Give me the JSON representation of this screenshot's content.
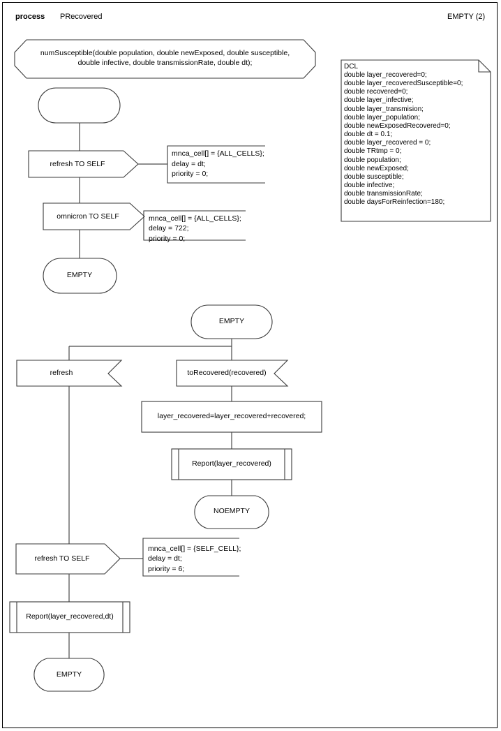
{
  "header": {
    "kind_label": "process",
    "diagram_name": "PRecovered",
    "page_label": "EMPTY (2)"
  },
  "procedure_decl": {
    "line1": "numSusceptible(double population, double newExposed, double susceptible,",
    "line2": "double infective, double transmissionRate, double dt);"
  },
  "dcl": {
    "title": "DCL",
    "lines": [
      "double layer_recovered=0;",
      "double layer_recoveredSusceptible=0;",
      "double recovered=0;",
      "double layer_infective;",
      "double layer_transmision;",
      "double layer_population;",
      "double newExposedRecovered=0;",
      "double dt = 0.1;",
      "double layer_recovered = 0;",
      "double TRtmp = 0;",
      "double population;",
      "double newExposed;",
      "double susceptible;",
      "double infective;",
      "double transmissionRate;",
      "double daysForReinfection=180;"
    ]
  },
  "nodes": {
    "start_state": "",
    "output_refresh_self_1": "refresh TO SELF",
    "comment_1": {
      "l1": "mnca_cell[] = {ALL_CELLS};",
      "l2": "delay = dt;",
      "l3": "priority = 0;"
    },
    "output_omnicron_self": "omnicron TO SELF",
    "comment_2": {
      "l1": "mnca_cell[] = {ALL_CELLS};",
      "l2": "delay = 722;",
      "l3": "priority = 0;"
    },
    "state_empty_1": "EMPTY",
    "state_empty_2": "EMPTY",
    "input_refresh": "refresh",
    "input_torecovered": "toRecovered(recovered)",
    "task_assign": "layer_recovered=layer_recovered+recovered;",
    "proc_call_report_1": "Report(layer_recovered)",
    "state_noempty": "NOEMPTY",
    "output_refresh_self_2": "refresh TO SELF",
    "comment_3": {
      "l1": "mnca_cell[] = {SELF_CELL};",
      "l2": "delay = dt;",
      "l3": "priority = 6;"
    },
    "proc_call_report_2": "Report(layer_recovered,dt)",
    "state_empty_3": "EMPTY"
  },
  "colors": {
    "stroke": "#3a3a3a",
    "line": "#4a4a4a",
    "fill": "#ffffff",
    "text": "#000000"
  }
}
